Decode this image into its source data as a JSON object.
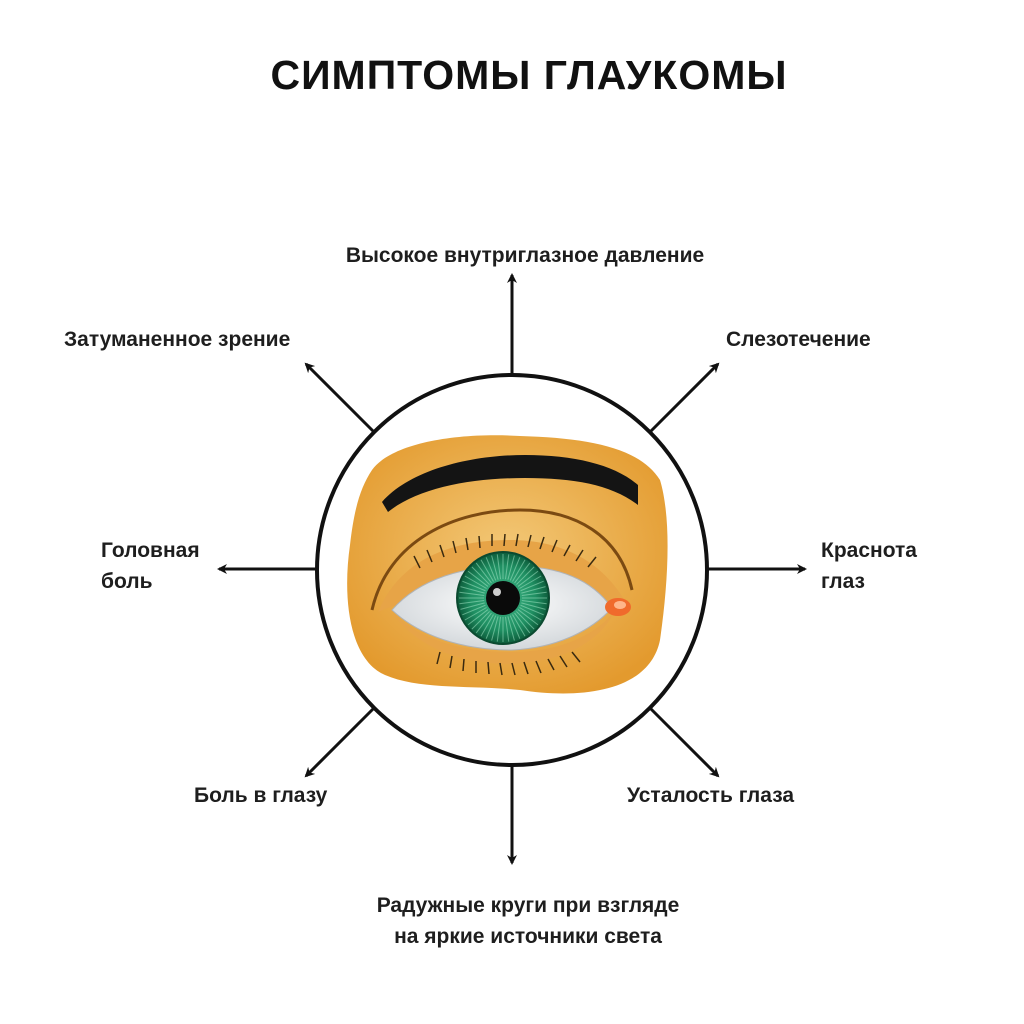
{
  "title": "СИМПТОМЫ ГЛАУКОМЫ",
  "symptoms": {
    "top": "Высокое внутриглазное давление",
    "top_left": "Затуманенное зрение",
    "top_right": "Слезотечение",
    "left": [
      "Головная",
      "боль"
    ],
    "right": [
      "Краснота",
      "глаз"
    ],
    "bottom_left": "Боль в глазу",
    "bottom_right": "Усталость глаза",
    "bottom": [
      "Радужные круги при взгляде",
      "на яркие источники света"
    ]
  },
  "colors": {
    "skin": "#e8a43c",
    "skin_light": "#f3c877",
    "iris": "#1f8f62",
    "iris_dark": "#0d5c3b",
    "eyebrow": "#141414",
    "line": "#111111",
    "tear_caruncle": "#f06a2c"
  }
}
